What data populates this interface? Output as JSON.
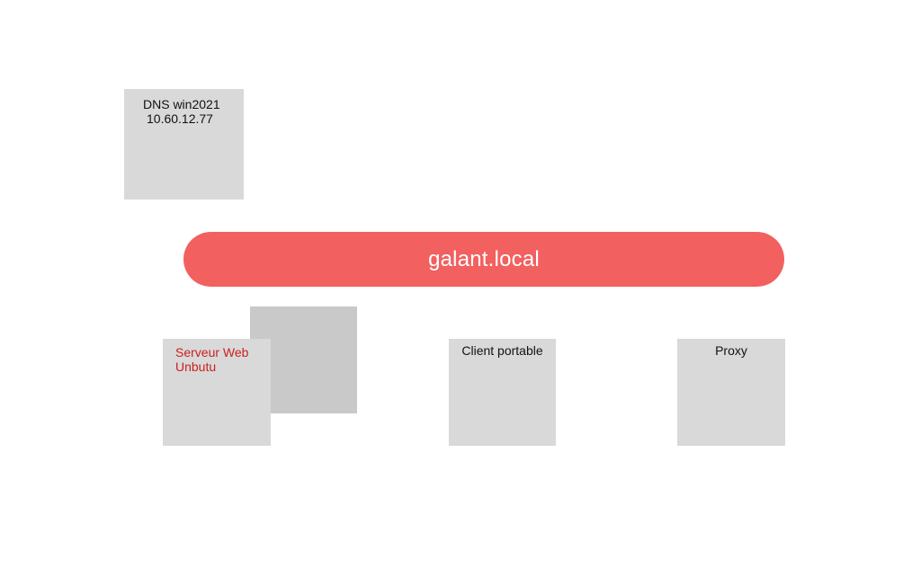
{
  "colors": {
    "network_fill": "#f26060",
    "network_text": "#ffffff",
    "node_fill": "#d9d9d9",
    "node_shadow_fill": "#c9c9c9",
    "accent_text": "#cc1f1f"
  },
  "nodes": {
    "dns": {
      "line1": "DNS win2021",
      "line2": "10.60.12.77"
    },
    "network": {
      "label": "galant.local"
    },
    "web_server": {
      "line1": "Serveur Web",
      "line2": "Unbutu"
    },
    "client": {
      "label": "Client portable"
    },
    "proxy": {
      "label": "Proxy"
    }
  }
}
